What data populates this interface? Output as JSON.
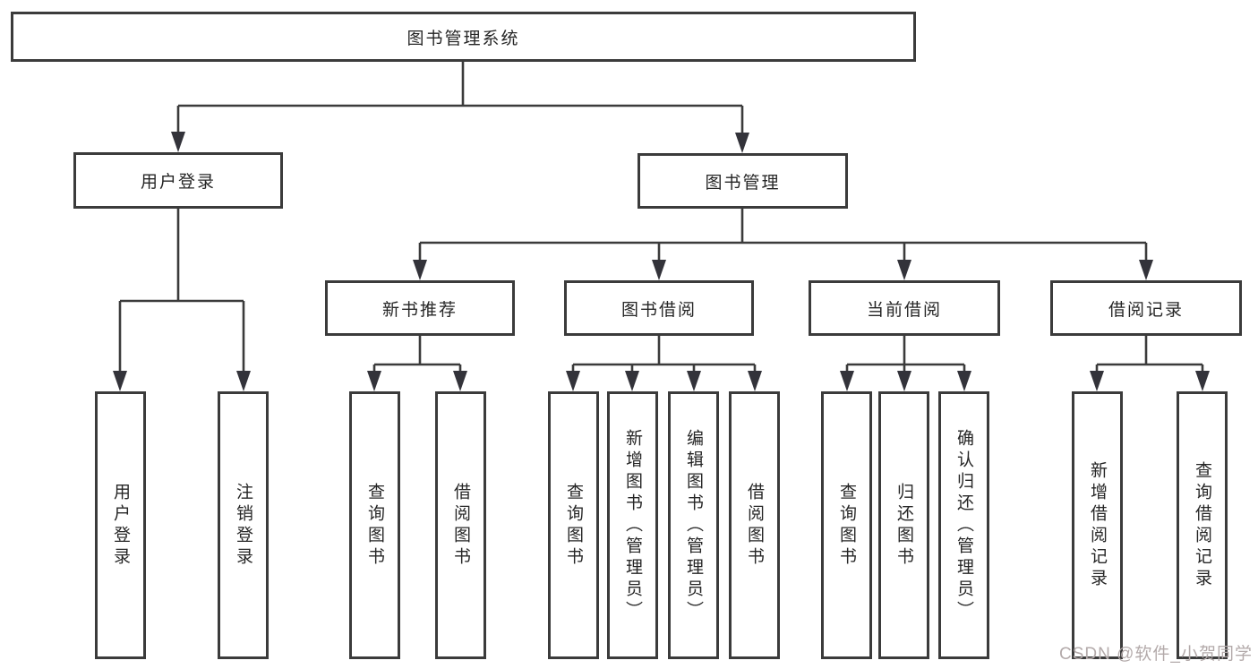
{
  "nodes": {
    "root": {
      "label": "图书管理系统"
    },
    "user_login": {
      "label": "用户登录"
    },
    "book_mgmt": {
      "label": "图书管理"
    },
    "new_book_rec": {
      "label": "新书推荐"
    },
    "book_borrow": {
      "label": "图书借阅"
    },
    "current_borrow": {
      "label": "当前借阅"
    },
    "borrow_records": {
      "label": "借阅记录"
    },
    "leaf_user_login": {
      "label": "用户登录"
    },
    "leaf_logout": {
      "label": "注销登录"
    },
    "leaf_query_book_1": {
      "label": "查询图书"
    },
    "leaf_borrow_book_1": {
      "label": "借阅图书"
    },
    "leaf_query_book_2": {
      "label": "查询图书"
    },
    "leaf_add_book": {
      "label": "新增图书（管理员）"
    },
    "leaf_edit_book": {
      "label": "编辑图书（管理员）"
    },
    "leaf_borrow_book_2": {
      "label": "借阅图书"
    },
    "leaf_query_book_3": {
      "label": "查询图书"
    },
    "leaf_return_book": {
      "label": "归还图书"
    },
    "leaf_confirm_return": {
      "label": "确认归还（管理员）"
    },
    "leaf_add_record": {
      "label": "新增借阅记录"
    },
    "leaf_query_record": {
      "label": "查询借阅记录"
    }
  },
  "edges": [
    {
      "from": "root",
      "to": "user_login"
    },
    {
      "from": "root",
      "to": "book_mgmt"
    },
    {
      "from": "user_login",
      "to": "leaf_user_login"
    },
    {
      "from": "user_login",
      "to": "leaf_logout"
    },
    {
      "from": "book_mgmt",
      "to": "new_book_rec"
    },
    {
      "from": "book_mgmt",
      "to": "book_borrow"
    },
    {
      "from": "book_mgmt",
      "to": "current_borrow"
    },
    {
      "from": "book_mgmt",
      "to": "borrow_records"
    },
    {
      "from": "new_book_rec",
      "to": "leaf_query_book_1"
    },
    {
      "from": "new_book_rec",
      "to": "leaf_borrow_book_1"
    },
    {
      "from": "book_borrow",
      "to": "leaf_query_book_2"
    },
    {
      "from": "book_borrow",
      "to": "leaf_add_book"
    },
    {
      "from": "book_borrow",
      "to": "leaf_edit_book"
    },
    {
      "from": "book_borrow",
      "to": "leaf_borrow_book_2"
    },
    {
      "from": "current_borrow",
      "to": "leaf_query_book_3"
    },
    {
      "from": "current_borrow",
      "to": "leaf_return_book"
    },
    {
      "from": "current_borrow",
      "to": "leaf_confirm_return"
    },
    {
      "from": "borrow_records",
      "to": "leaf_add_record"
    },
    {
      "from": "borrow_records",
      "to": "leaf_query_record"
    }
  ],
  "colors": {
    "line": "#3b3b3b",
    "box_border": "#3b3b3b",
    "box_fill": "#ffffff",
    "text": "#262626",
    "watermark": "#b3aaaa"
  },
  "watermark": {
    "text": "CSDN @软件_小贺同学"
  }
}
